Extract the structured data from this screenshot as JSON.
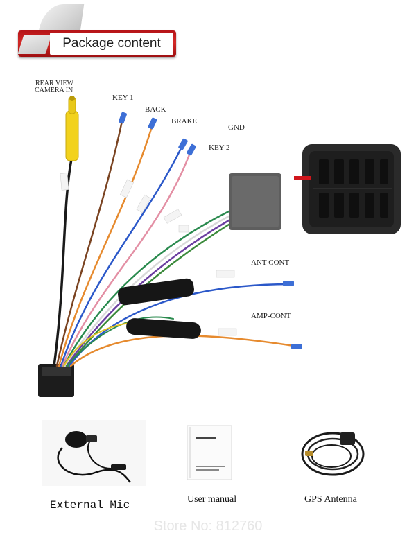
{
  "header": {
    "title": "Package content"
  },
  "harness_labels": {
    "rear_view_line1": "REAR VIEW",
    "rear_view_line2": "CAMERA IN",
    "key1": "KEY 1",
    "back": "BACK",
    "brake": "BRAKE",
    "gnd": "GND",
    "key2": "KEY 2",
    "ant_cont": "ANT-CONT",
    "amp_cont": "AMP-CONT"
  },
  "products": [
    {
      "caption": "External Mic",
      "icon": "microphone-icon"
    },
    {
      "caption": "User manual",
      "icon": "manual-booklet-icon"
    },
    {
      "caption": "GPS Antenna",
      "icon": "gps-antenna-icon"
    }
  ],
  "watermark": "Store No: 812760",
  "colors": {
    "banner_red": "#c41d1f",
    "marker_red": "#d0161c",
    "wire_blue": "#2b58c9",
    "wire_orange": "#e68a2e",
    "wire_green": "#2a8a4e",
    "wire_brown": "#7a4321",
    "wire_pink": "#e38fa4",
    "wire_purple": "#6b3fa0",
    "rca_yellow": "#f2d21e"
  }
}
